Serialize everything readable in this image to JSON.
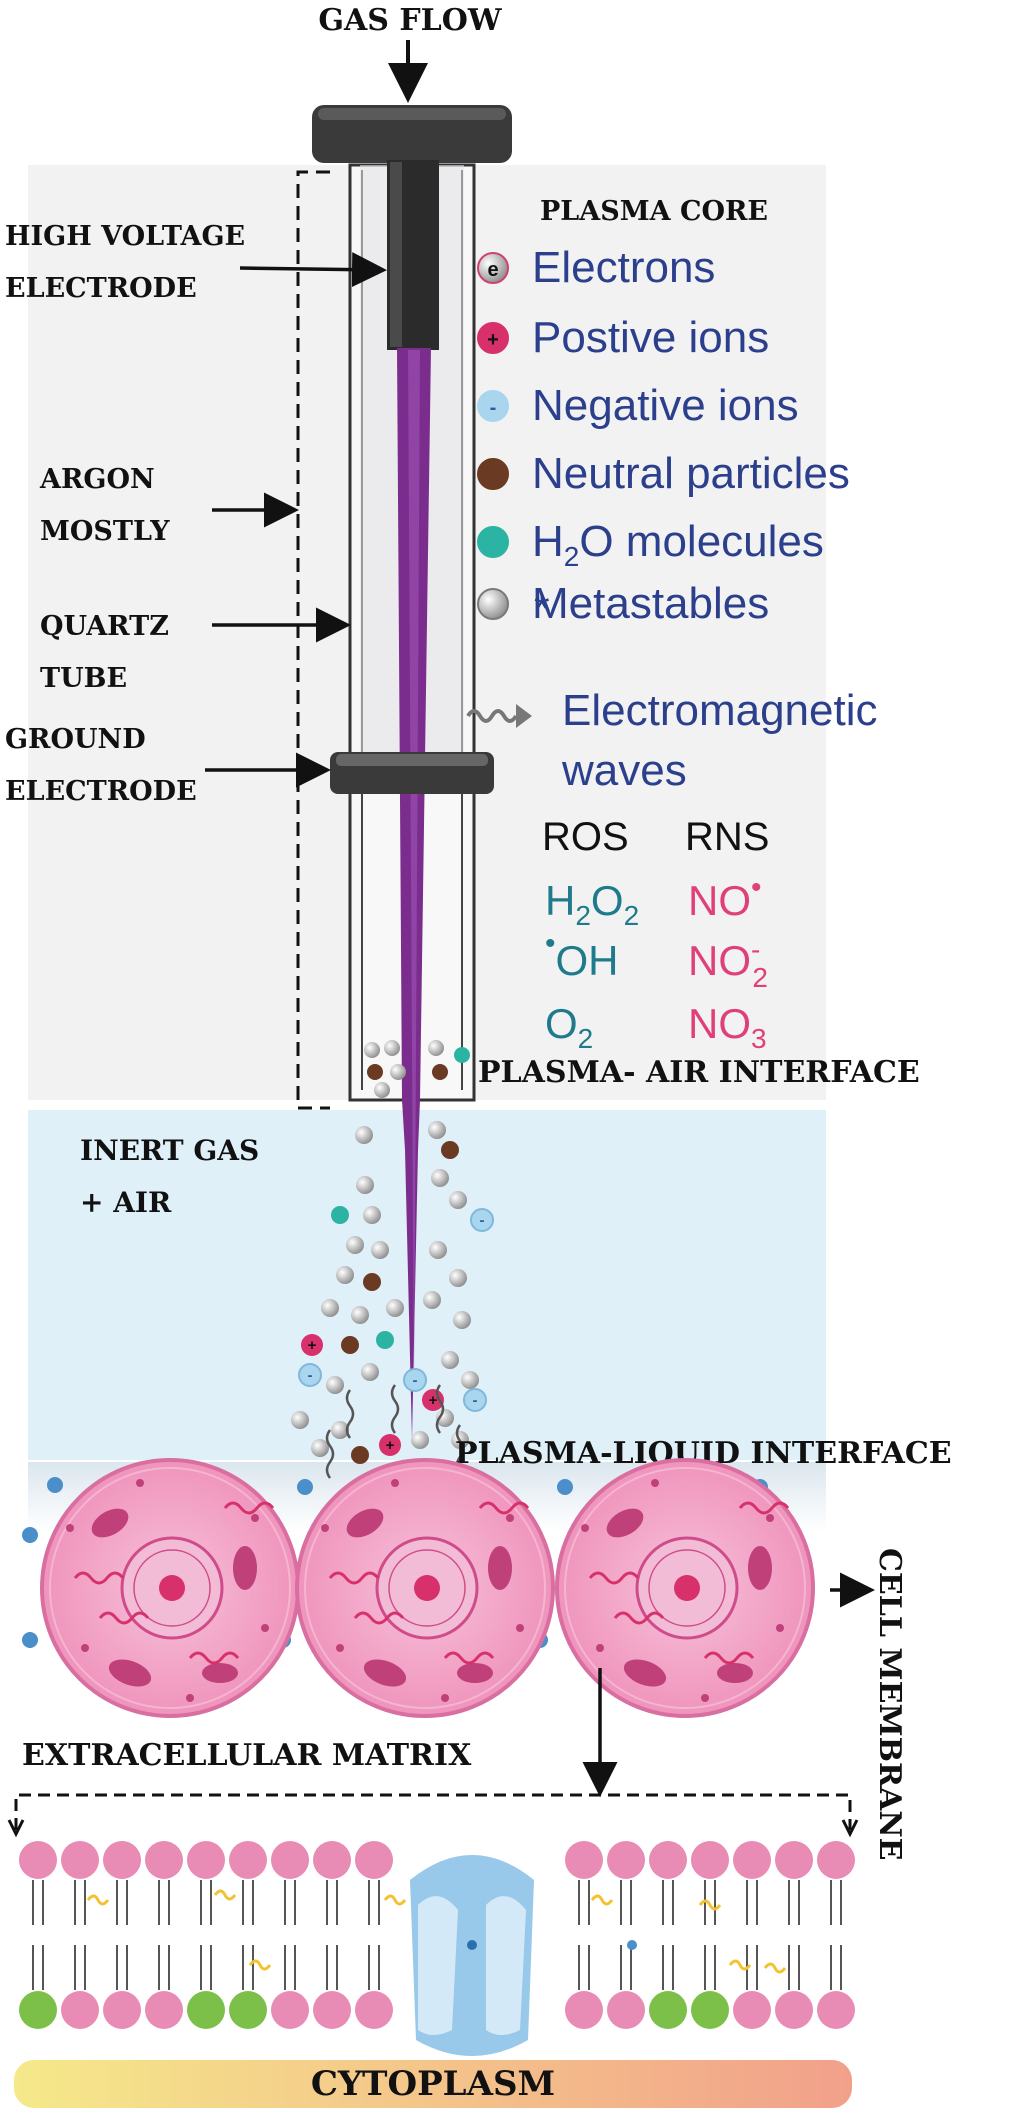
{
  "labels": {
    "gas_flow": "GAS FLOW",
    "hv_electrode_1": "HIGH VOLTAGE",
    "hv_electrode_2": "ELECTRODE",
    "argon_1": "ARGON",
    "argon_2": "MOSTLY",
    "quartz_1": "QUARTZ",
    "quartz_2": "TUBE",
    "ground_1": "GROUND",
    "ground_2": "ELECTRODE",
    "plasma_air_interface": "PLASMA- AIR INTERFACE",
    "inert_gas_1": "INERT GAS",
    "inert_gas_2": "+ AIR",
    "plasma_liquid_interface": "PLASMA-LIQUID INTERFACE",
    "cell_membrane": "CELL MEMBRANE",
    "extracellular_matrix": "EXTRACELLULAR MATRIX",
    "cytoplasm": "CYTOPLASM"
  },
  "legend": {
    "title": "PLASMA CORE",
    "items": [
      {
        "symbol": "e",
        "label": "Electrons",
        "color": "#e9e9e9",
        "ring": "#d04070",
        "sign_color": "#111"
      },
      {
        "symbol": "+",
        "label": "Postive ions",
        "color": "#d8306a",
        "ring": "#d8306a",
        "sign_color": "#111"
      },
      {
        "symbol": "-",
        "label": "Negative ions",
        "color": "#a9d6ee",
        "ring": "#a9d6ee",
        "sign_color": "#2b5f9a"
      },
      {
        "symbol": "",
        "label": "Neutral particles",
        "color": "#6b3a22",
        "ring": "#6b3a22",
        "sign_color": "#111"
      },
      {
        "symbol": "",
        "label_pre": "H",
        "label_sub": "2",
        "label_post": "O molecules",
        "color": "#2bb3a3",
        "ring": "#2bb3a3",
        "sign_color": "#111"
      },
      {
        "symbol": "",
        "label": "Metastables",
        "color": "#7a7a7a",
        "ring": "#7a7a7a",
        "sign_color": "#111"
      }
    ],
    "em_label_1": "Electromagnetic",
    "em_label_2": "waves",
    "asterisk": "*"
  },
  "species": {
    "ros_title": "ROS",
    "rns_title": "RNS",
    "ros": [
      {
        "pre": "H",
        "sub1": "2",
        "mid": "O",
        "sub2": "2"
      },
      {
        "dot": "•",
        "text": "OH"
      },
      {
        "pre": "O",
        "sub1": "2"
      }
    ],
    "rns": [
      {
        "text": "NO",
        "sup": "•"
      },
      {
        "text": "NO",
        "sup": "-",
        "sub": "2"
      },
      {
        "text": "NO",
        "sub": "3"
      }
    ],
    "ros_color": "#1f7a8c",
    "rns_color": "#e0407a"
  },
  "colors": {
    "plasma": "#7b2d8e",
    "core_bg": "#f2f2f2",
    "air_bg": "#dff0f8",
    "cell": "#ef9ac0",
    "cell_dark": "#d8306a",
    "lipid_head": "#e88bb5",
    "lipid_green": "#7cc04a",
    "channel": "#8fc3e8",
    "cyto_left": "#f5e98a",
    "cyto_right": "#f2a08a"
  }
}
